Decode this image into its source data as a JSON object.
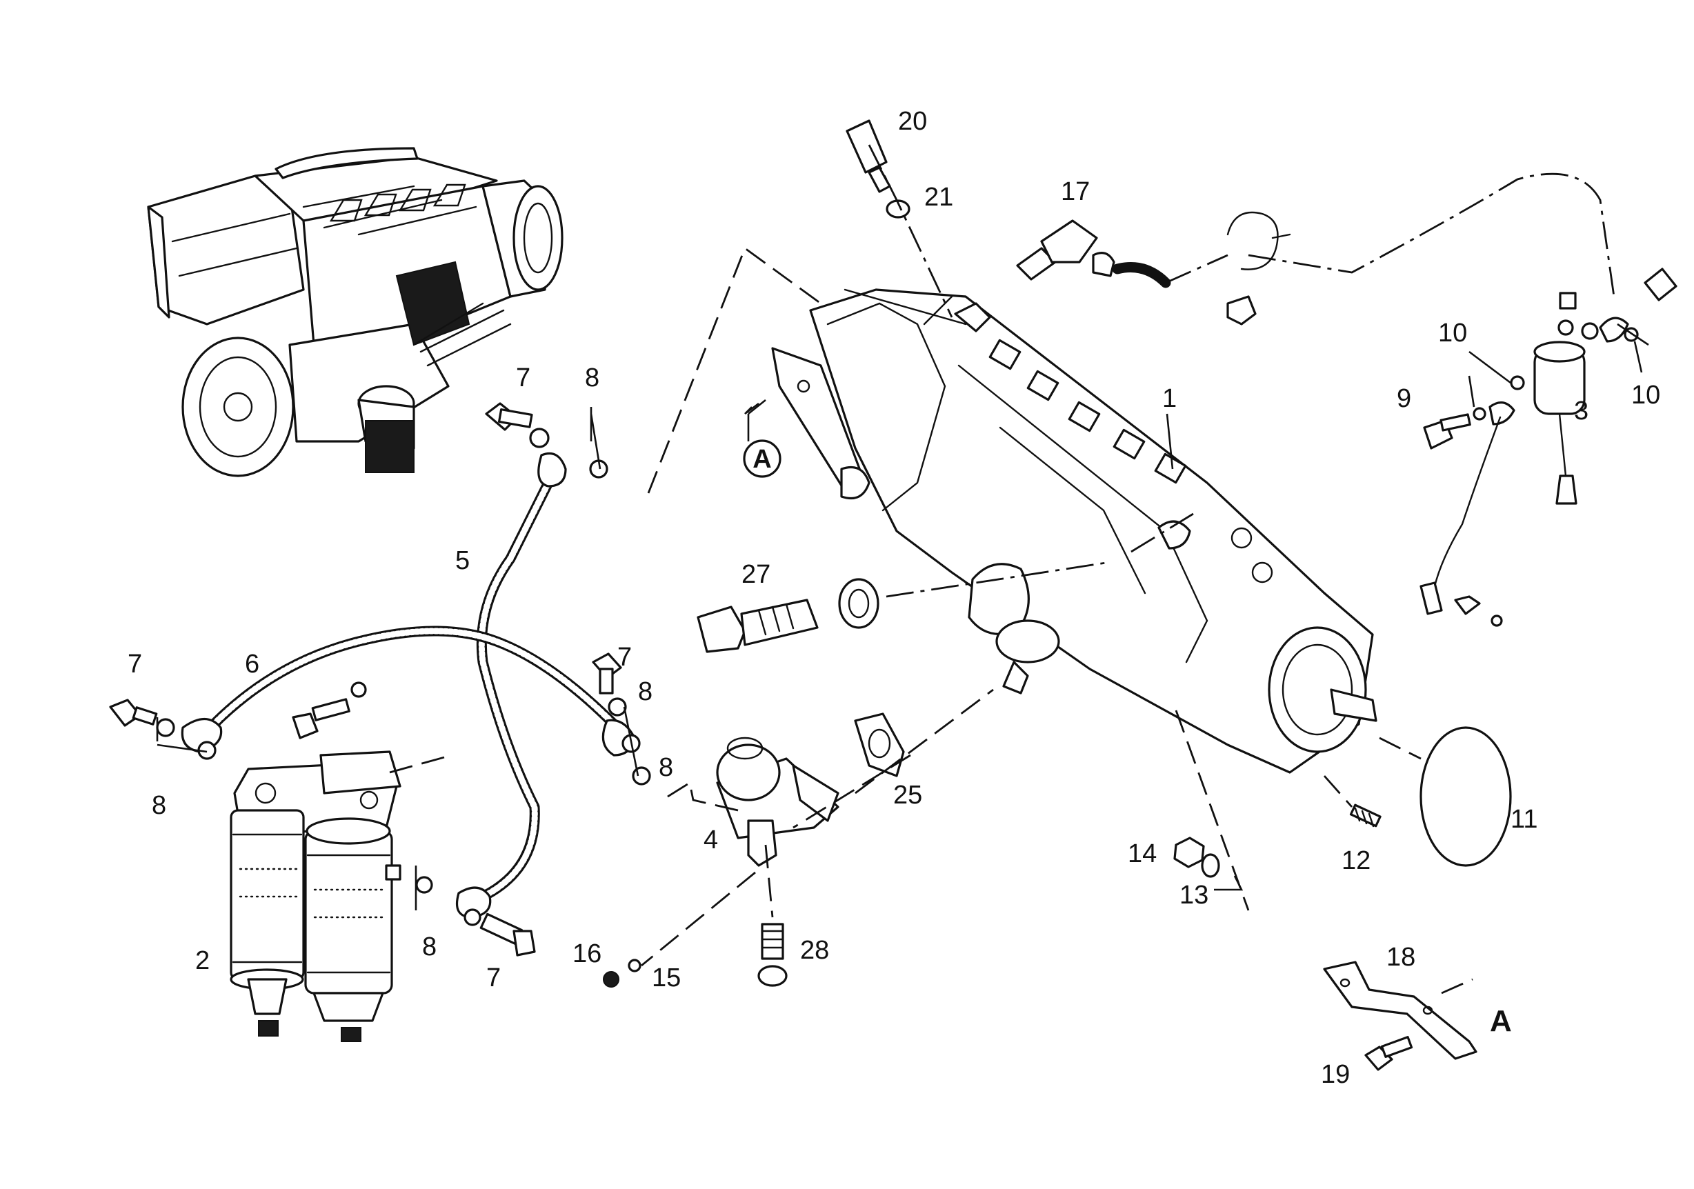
{
  "diagram": {
    "callouts": {
      "c1": "1",
      "c2": "2",
      "c3": "3",
      "c4": "4",
      "c5": "5",
      "c6": "6",
      "c7a": "7",
      "c7b": "7",
      "c7c": "7",
      "c7d": "7",
      "c8a": "8",
      "c8b": "8",
      "c8c": "8",
      "c8d": "8",
      "c8e": "8",
      "c9": "9",
      "c10a": "10",
      "c10b": "10",
      "c11": "11",
      "c12": "12",
      "c13": "13",
      "c14": "14",
      "c15": "15",
      "c16": "16",
      "c17": "17",
      "c18": "18",
      "c19": "19",
      "c20": "20",
      "c21": "21",
      "c25": "25",
      "c27": "27",
      "c28": "28"
    },
    "view_marker_circle": "A",
    "view_marker_plain": "A"
  }
}
